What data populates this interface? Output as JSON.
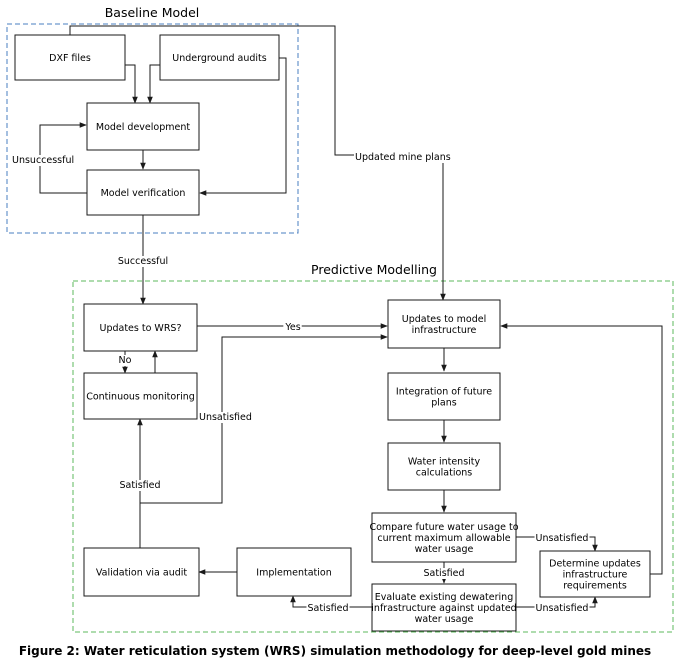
{
  "groups": {
    "baseline": {
      "title": "Baseline Model",
      "color": "#4a7fc0"
    },
    "predictive": {
      "title": "Predictive Modelling",
      "color": "#5cb85c"
    }
  },
  "boxes": {
    "dxf": [
      "DXF files"
    ],
    "audits": [
      "Underground audits"
    ],
    "model_dev": [
      "Model development"
    ],
    "model_ver": [
      "Model verification"
    ],
    "updates_wrs": [
      "Updates to WRS?"
    ],
    "cont_mon": [
      "Continuous monitoring"
    ],
    "validation": [
      "Validation via audit"
    ],
    "implementation": [
      "Implementation"
    ],
    "updates_infra": [
      "Updates to model",
      "infrastructure"
    ],
    "integration": [
      "Integration of future",
      "plans"
    ],
    "water_intensity": [
      "Water intensity",
      "calculations"
    ],
    "compare": [
      "Compare future water usage to",
      "current maximum allowable",
      "water usage"
    ],
    "evaluate": [
      "Evaluate existing dewatering",
      "infrastructure against updated",
      "water usage"
    ],
    "determine": [
      "Determine updates",
      "infrastructure",
      "requirements"
    ]
  },
  "labels": {
    "unsuccessful": "Unsuccessful",
    "successful": "Successful",
    "updated_plans": "Updated mine plans",
    "yes": "Yes",
    "no": "No",
    "unsatisfied_left": "Unsatisfied",
    "satisfied_left": "Satisfied",
    "unsatisfied_compare": "Unsatisfied",
    "satisfied_compare": "Satisfied",
    "satisfied_eval": "Satisfied",
    "unsatisfied_eval": "Unsatisfied"
  },
  "caption": "Figure 2: Water reticulation system (WRS) simulation methodology for deep-level gold mines"
}
